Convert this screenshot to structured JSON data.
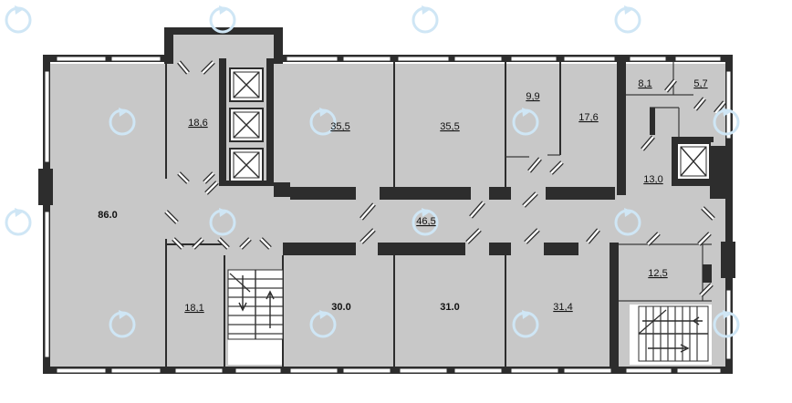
{
  "floor_plan": {
    "rooms": [
      {
        "id": "r86",
        "area": "86.0",
        "style": "bold"
      },
      {
        "id": "r186",
        "area": "18,6",
        "style": "underline"
      },
      {
        "id": "r355a",
        "area": "35,5",
        "style": "underline"
      },
      {
        "id": "r355b",
        "area": "35,5",
        "style": "underline"
      },
      {
        "id": "r99",
        "area": "9,9",
        "style": "underline"
      },
      {
        "id": "r176",
        "area": "17,6",
        "style": "underline"
      },
      {
        "id": "r81",
        "area": "8,1",
        "style": "underline"
      },
      {
        "id": "r57",
        "area": "5,7",
        "style": "underline"
      },
      {
        "id": "r130",
        "area": "13,0",
        "style": "underline"
      },
      {
        "id": "r465",
        "area": "46,5",
        "style": "underline"
      },
      {
        "id": "r125",
        "area": "12,5",
        "style": "underline"
      },
      {
        "id": "r181",
        "area": "18,1",
        "style": "underline"
      },
      {
        "id": "r300",
        "area": "30.0",
        "style": "bold"
      },
      {
        "id": "r310",
        "area": "31.0",
        "style": "bold"
      },
      {
        "id": "r314",
        "area": "31,4",
        "style": "underline"
      }
    ],
    "watermark_icon": "circular-arrow-icon"
  }
}
